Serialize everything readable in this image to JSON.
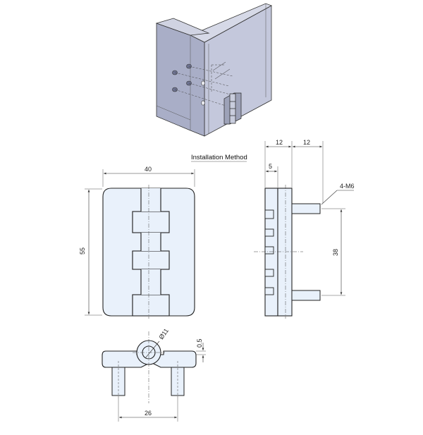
{
  "iso_caption": "Installation Method",
  "dims": {
    "plate_width": "40",
    "plate_height": "55",
    "side_thickness_left": "12",
    "side_thickness_right": "12",
    "side_plate": "5",
    "thread": "4-M6",
    "pin_pitch": "38",
    "bore": "Ø11",
    "gap": "0.5",
    "bottom_pin_pitch": "26"
  },
  "colors": {
    "part_fill": "#e9f1fb",
    "glass_front": "#a9aec7",
    "glass_side": "#c4c8dc",
    "glass_top": "#d6d9e7"
  }
}
